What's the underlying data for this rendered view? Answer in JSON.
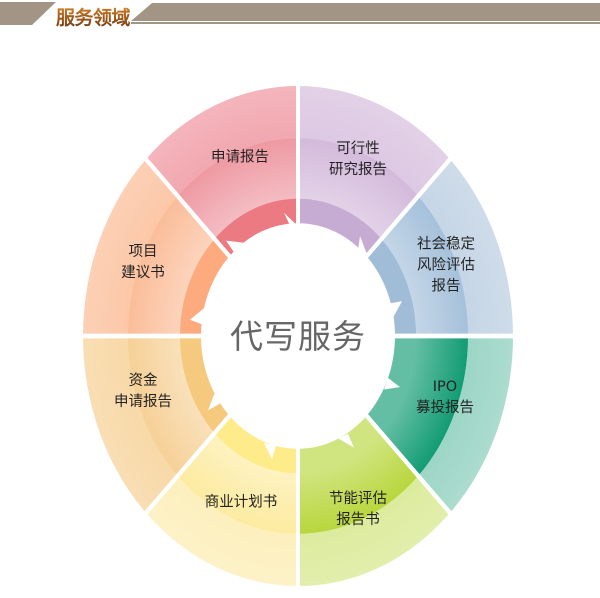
{
  "header": {
    "title": "服务领域",
    "bar_color": "#a39585"
  },
  "diagram": {
    "center_label": "代写服务",
    "segments": [
      {
        "id": "application-report",
        "label_lines": [
          "申请报告"
        ],
        "outer_color": "#f2a8b0",
        "inner_color": "#e2323f"
      },
      {
        "id": "feasibility-study",
        "label_lines": [
          "可行性",
          "研究报告"
        ],
        "outer_color": "#ddc9e3",
        "inner_color": "#a77fbb"
      },
      {
        "id": "social-stability-risk",
        "label_lines": [
          "社会稳定",
          "风险评估",
          "报告"
        ],
        "outer_color": "#c6d6e6",
        "inner_color": "#6f98c2"
      },
      {
        "id": "ipo-fundraising",
        "label_lines": [
          "IPO",
          "募投报告"
        ],
        "outer_color": "#9dd6c6",
        "inner_color": "#0f9b72"
      },
      {
        "id": "energy-assessment",
        "label_lines": [
          "节能评估",
          "报告书"
        ],
        "outer_color": "#dcec9e",
        "inner_color": "#b7d63a"
      },
      {
        "id": "business-plan",
        "label_lines": [
          "商业计划书"
        ],
        "outer_color": "#fdf0be",
        "inner_color": "#fde04a"
      },
      {
        "id": "fund-application",
        "label_lines": [
          "资金",
          "申请报告"
        ],
        "outer_color": "#f8d9a8",
        "inner_color": "#f0ad3a"
      },
      {
        "id": "project-proposal",
        "label_lines": [
          "项目",
          "建议书"
        ],
        "outer_color": "#fcc8a8",
        "inner_color": "#fb7d38"
      }
    ]
  }
}
